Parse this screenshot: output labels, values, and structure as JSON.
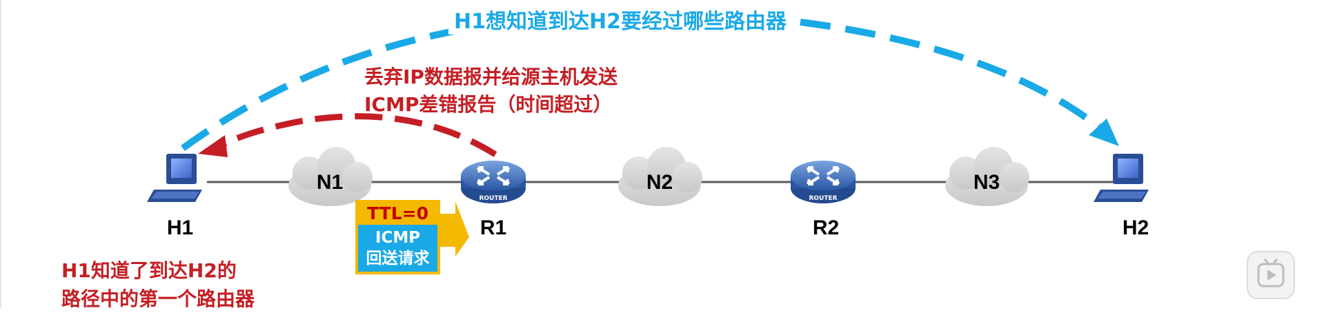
{
  "title": "H1想知道到达H2要经过哪些路由器",
  "discard_note": [
    "丢弃IP数据报并给源主机发送",
    "ICMP差错报告（时间超过）"
  ],
  "conclusion": [
    "H1知道了到达H2的",
    "路径中的第一个路由器"
  ],
  "hosts": [
    "H1",
    "H2"
  ],
  "routers": [
    "R1",
    "R2"
  ],
  "router_icon_label": "ROUTER",
  "networks": [
    "N1",
    "N2",
    "N3"
  ],
  "packet": {
    "ttl": "TTL=0",
    "type_line1": "ICMP",
    "type_line2": "回送请求"
  },
  "colors": {
    "title_blue": "#19a9e6",
    "error_red": "#c41e24",
    "packet_yellow": "#f5b800",
    "router_blue": "#2f5fae",
    "host_blue": "#2a4e96",
    "cloud_gray": "#d9d9d9"
  },
  "icons": {
    "play": "play-icon"
  }
}
